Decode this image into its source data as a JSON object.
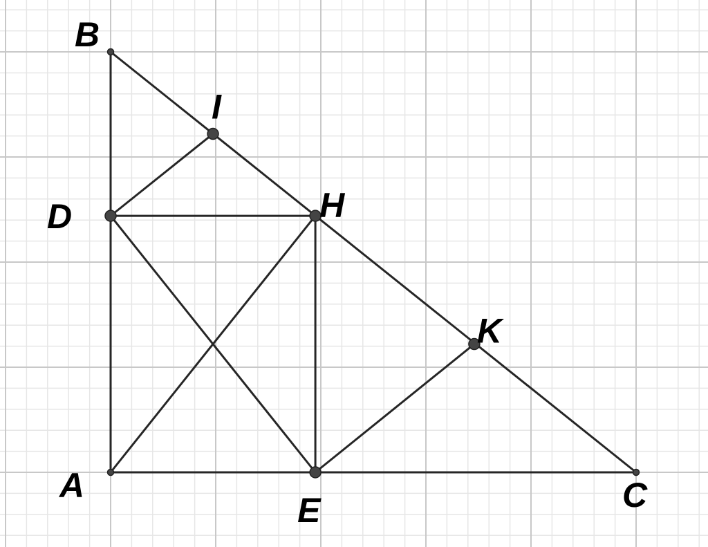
{
  "diagram": {
    "grid": {
      "minor_unit": 1,
      "major_every": 5,
      "minor_color": "#e6e6e6",
      "major_color": "#c8c8c8"
    },
    "points": [
      {
        "name": "A",
        "x": 0,
        "y": 0,
        "size": "small"
      },
      {
        "name": "B",
        "x": 0,
        "y": 20,
        "size": "small"
      },
      {
        "name": "C",
        "x": 25,
        "y": 0,
        "size": "small"
      },
      {
        "name": "D",
        "x": 0,
        "y": 12.2,
        "size": "large"
      },
      {
        "name": "H",
        "x": 9.74,
        "y": 12.2,
        "size": "large"
      },
      {
        "name": "E",
        "x": 9.74,
        "y": 0,
        "size": "large"
      },
      {
        "name": "I",
        "x": 4.87,
        "y": 16.1,
        "size": "large"
      },
      {
        "name": "K",
        "x": 17.3,
        "y": 6.1,
        "size": "large"
      }
    ],
    "segments": [
      [
        "A",
        "B"
      ],
      [
        "A",
        "C"
      ],
      [
        "B",
        "C"
      ],
      [
        "D",
        "H"
      ],
      [
        "D",
        "I"
      ],
      [
        "H",
        "E"
      ],
      [
        "D",
        "E"
      ],
      [
        "A",
        "H"
      ],
      [
        "E",
        "K"
      ]
    ],
    "labels": [
      {
        "text": "B",
        "point": "B"
      },
      {
        "text": "I",
        "point": "I"
      },
      {
        "text": "D",
        "point": "D"
      },
      {
        "text": "H",
        "point": "H"
      },
      {
        "text": "K",
        "point": "K"
      },
      {
        "text": "A",
        "point": "A"
      },
      {
        "text": "E",
        "point": "E"
      },
      {
        "text": "C",
        "point": "C"
      }
    ]
  }
}
